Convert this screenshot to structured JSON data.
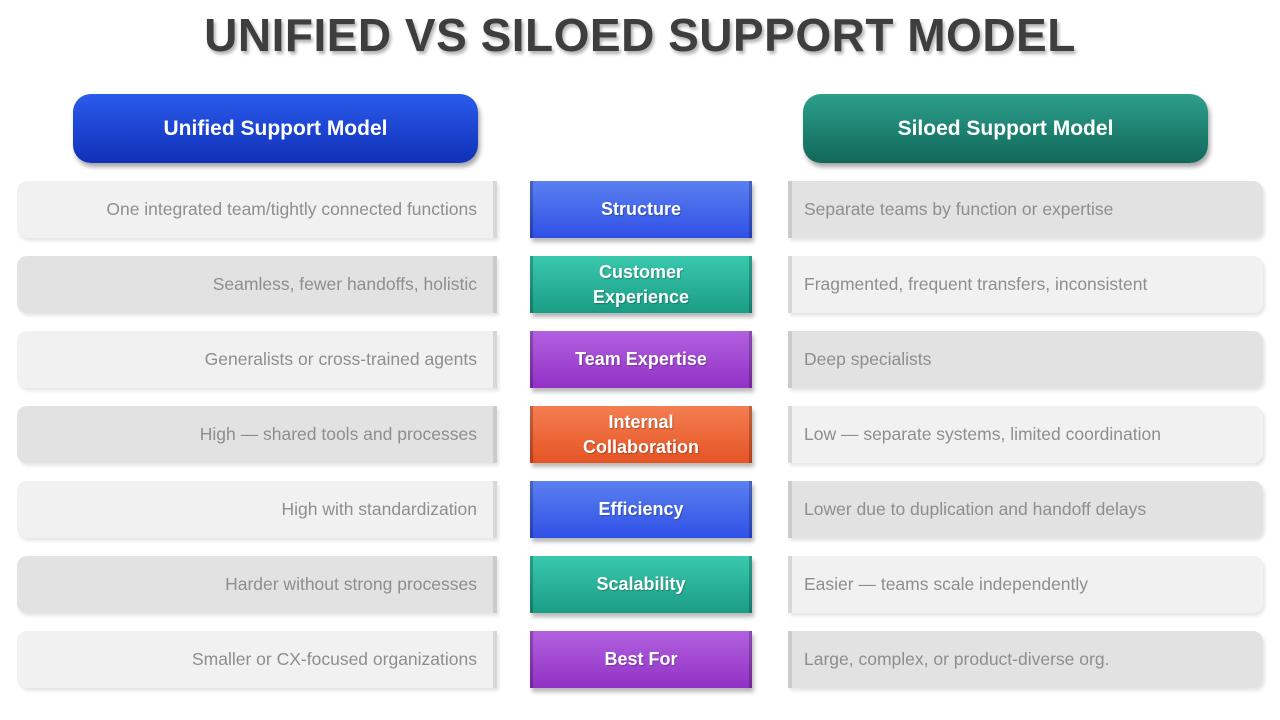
{
  "title": "UNIFIED VS SILOED SUPPORT MODEL",
  "headers": {
    "unified": {
      "label": "Unified Support Model",
      "color": "#1a3fd4"
    },
    "siloed": {
      "label": "Siloed Support Model",
      "color": "#1d8672"
    }
  },
  "palette": {
    "blue": {
      "top": "#5b80f0",
      "bottom": "#3050e6"
    },
    "teal": {
      "top": "#39c9ae",
      "bottom": "#1b9d85"
    },
    "purple": {
      "top": "#b161e0",
      "bottom": "#9231c5"
    },
    "orange": {
      "top": "#f47e51",
      "bottom": "#e55425"
    },
    "row_light": "#f1f1f1",
    "row_dark": "#e2e2e2",
    "row_text": "#8e8e8e",
    "title_text": "#3e3e3e"
  },
  "rows": [
    {
      "left": "One integrated team/tightly connected functions",
      "category": "Structure",
      "color": "blue",
      "right": "Separate teams by function or expertise"
    },
    {
      "left": "Seamless, fewer handoffs, holistic",
      "category": "Customer\nExperience",
      "color": "teal",
      "right": "Fragmented, frequent transfers, inconsistent"
    },
    {
      "left": "Generalists or cross-trained agents",
      "category": "Team Expertise",
      "color": "purple",
      "right": "Deep specialists"
    },
    {
      "left": "High — shared tools and processes",
      "category": "Internal\nCollaboration",
      "color": "orange",
      "right": "Low — separate systems, limited coordination"
    },
    {
      "left": "High with standardization",
      "category": "Efficiency",
      "color": "blue",
      "right": "Lower due to duplication and handoff delays"
    },
    {
      "left": "Harder without strong processes",
      "category": "Scalability",
      "color": "teal",
      "right": "Easier — teams scale independently"
    },
    {
      "left": "Smaller or CX-focused organizations",
      "category": "Best For",
      "color": "purple",
      "right": "Large, complex, or product-diverse org."
    }
  ]
}
